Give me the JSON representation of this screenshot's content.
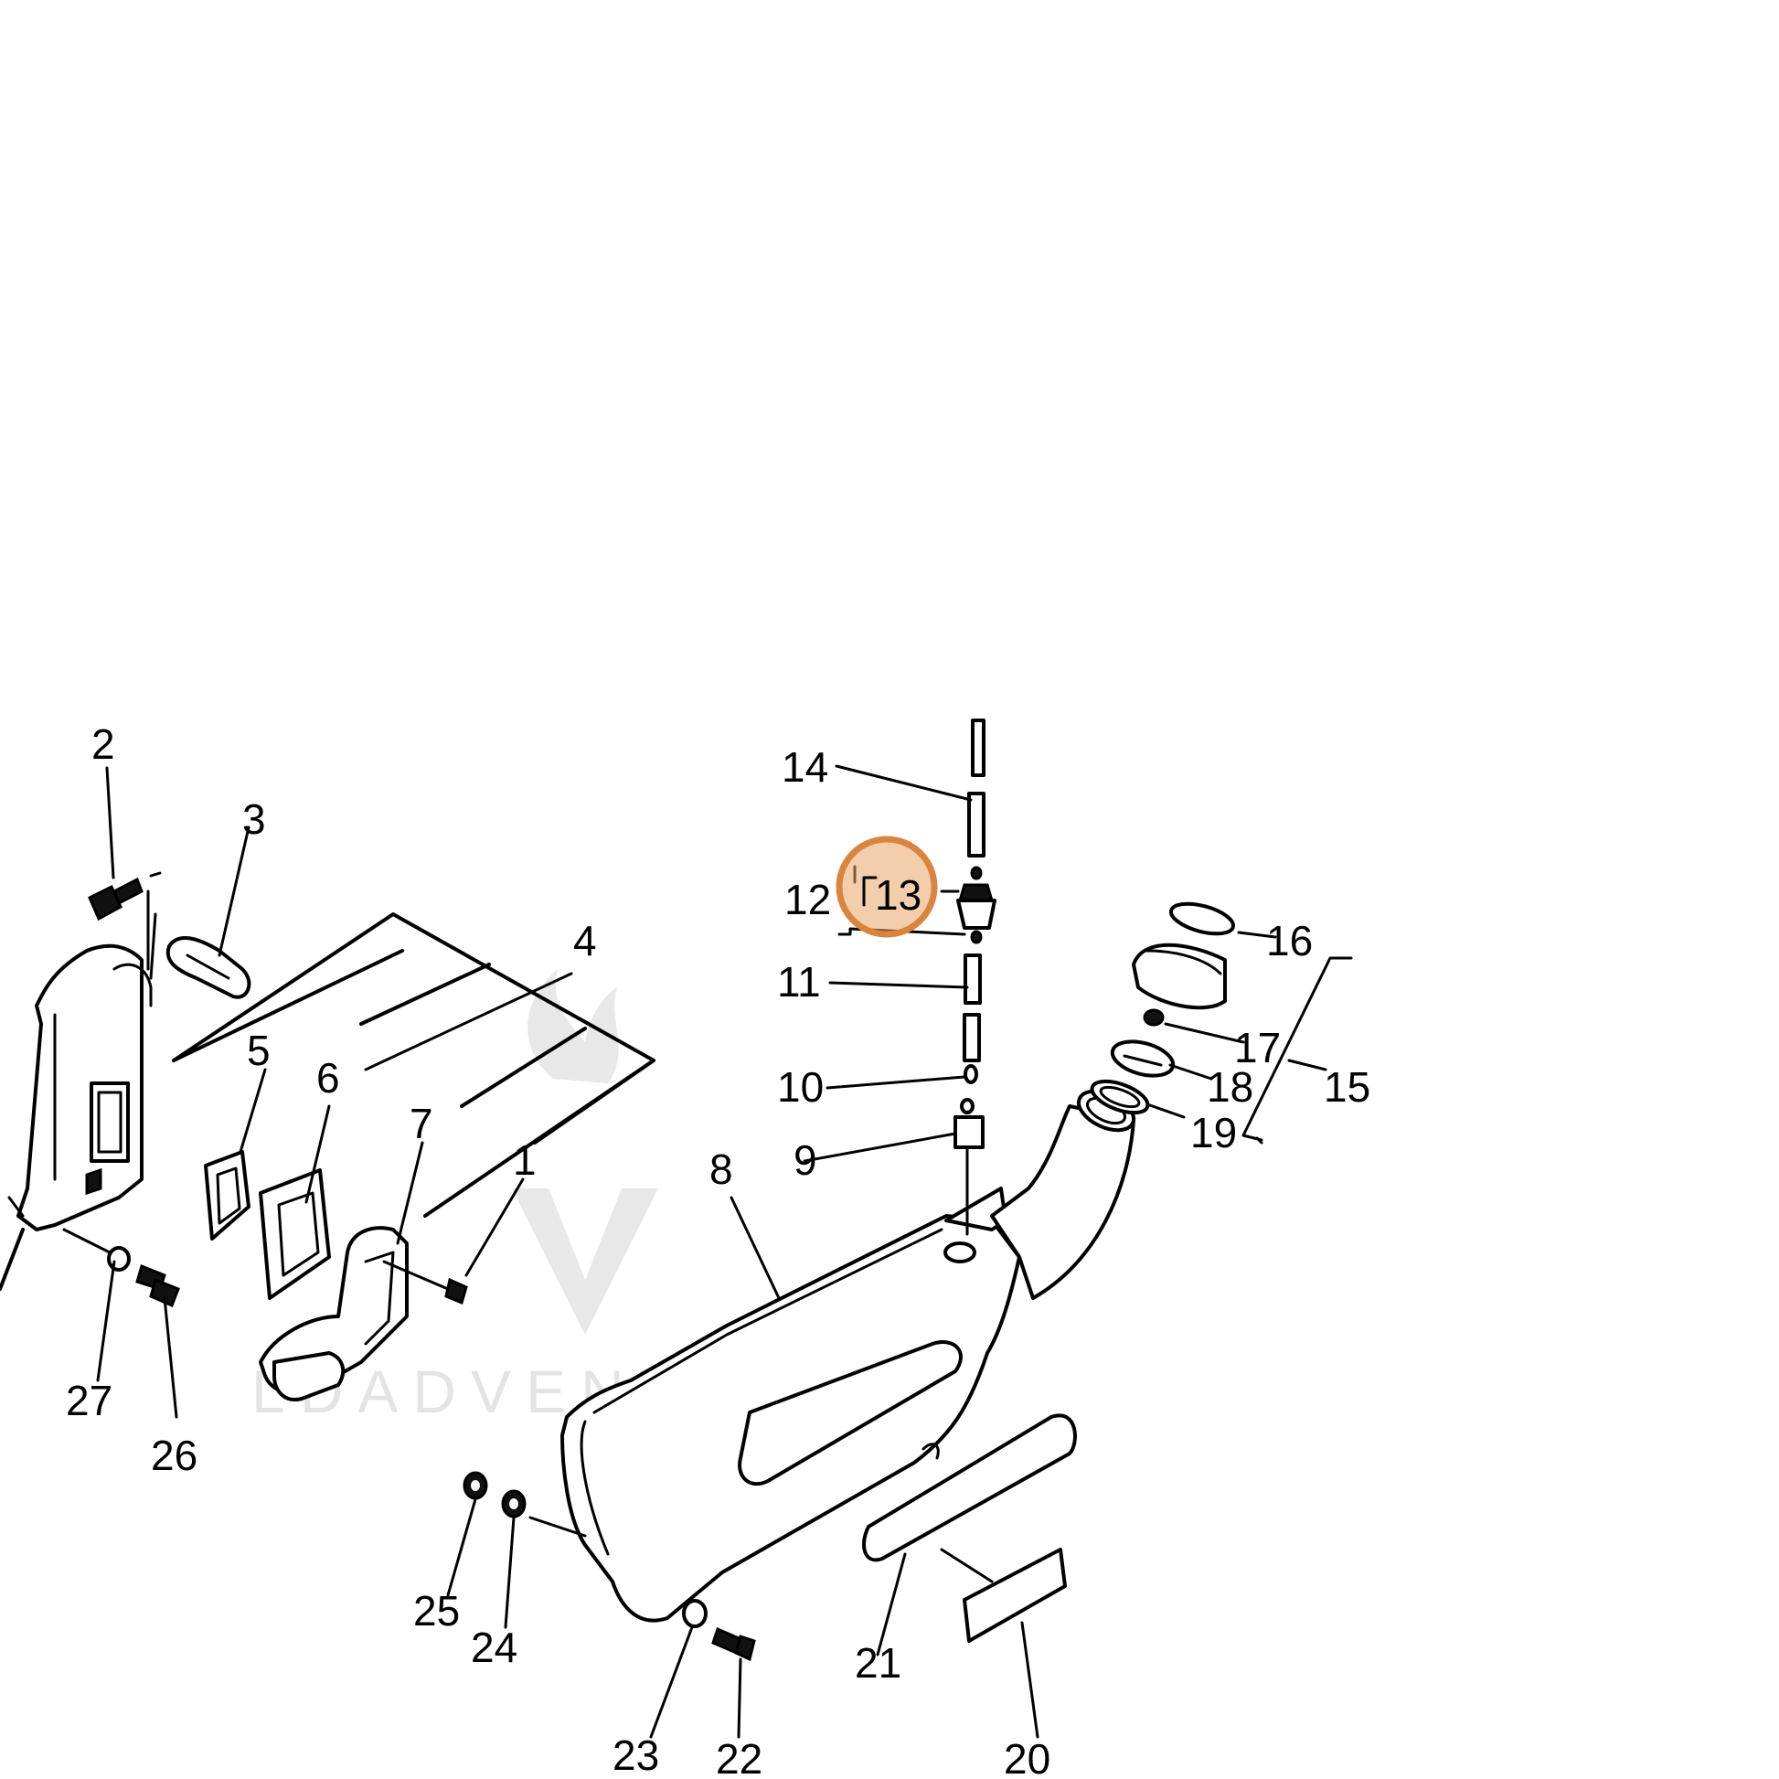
{
  "watermark": {
    "text": "LDADVENTURE"
  },
  "highlight": {
    "part": "13",
    "color": "#e8a66a"
  },
  "labels": [
    {
      "id": "1",
      "text": "1"
    },
    {
      "id": "2",
      "text": "2"
    },
    {
      "id": "3",
      "text": "3"
    },
    {
      "id": "4",
      "text": "4"
    },
    {
      "id": "5",
      "text": "5"
    },
    {
      "id": "6",
      "text": "6"
    },
    {
      "id": "7",
      "text": "7"
    },
    {
      "id": "8",
      "text": "8"
    },
    {
      "id": "9",
      "text": "9"
    },
    {
      "id": "10",
      "text": "10"
    },
    {
      "id": "11",
      "text": "11"
    },
    {
      "id": "12",
      "text": "12"
    },
    {
      "id": "13",
      "text": "13"
    },
    {
      "id": "14",
      "text": "14"
    },
    {
      "id": "15",
      "text": "15"
    },
    {
      "id": "16",
      "text": "16"
    },
    {
      "id": "17",
      "text": "17"
    },
    {
      "id": "18",
      "text": "18"
    },
    {
      "id": "19",
      "text": "19"
    },
    {
      "id": "20",
      "text": "20"
    },
    {
      "id": "21",
      "text": "21"
    },
    {
      "id": "22",
      "text": "22"
    },
    {
      "id": "23",
      "text": "23"
    },
    {
      "id": "24",
      "text": "24"
    },
    {
      "id": "25",
      "text": "25"
    },
    {
      "id": "26",
      "text": "26"
    },
    {
      "id": "27",
      "text": "27"
    }
  ]
}
